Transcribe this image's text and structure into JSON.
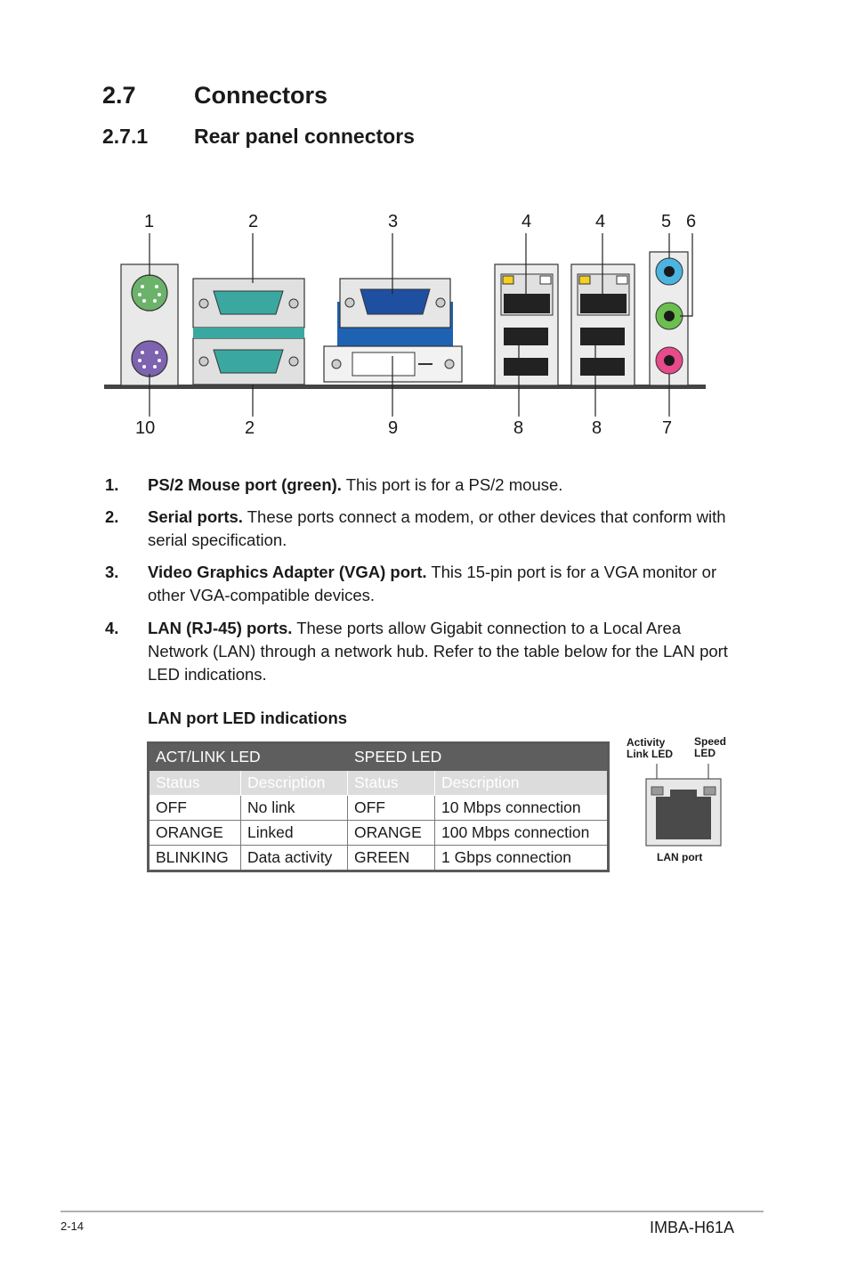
{
  "heading": {
    "number": "2.7",
    "title": "Connectors"
  },
  "subheading": {
    "number": "2.7.1",
    "title": "Rear panel connectors"
  },
  "figure": {
    "top_labels": [
      "1",
      "2",
      "3",
      "4",
      "4",
      "5",
      "6"
    ],
    "bottom_labels": [
      "10",
      "2",
      "9",
      "8",
      "8",
      "7"
    ]
  },
  "items": [
    {
      "num": "1.",
      "bold": "PS/2 Mouse port (green).",
      "text": " This port is for a PS/2 mouse."
    },
    {
      "num": "2.",
      "bold": "Serial ports.",
      "text": " These ports connect a modem, or other devices that conform with serial specification."
    },
    {
      "num": "3.",
      "bold": "Video Graphics Adapter (VGA) port.",
      "text": " This 15-pin port is for a VGA monitor or other VGA-compatible devices."
    },
    {
      "num": "4.",
      "bold": "LAN (RJ-45) ports.",
      "text": " These ports allow Gigabit connection to a Local Area Network (LAN) through a network hub. Refer to the table below for the LAN port LED indications."
    }
  ],
  "led_table": {
    "caption": "LAN port LED indications",
    "group_headers": [
      "ACT/LINK LED",
      "SPEED LED"
    ],
    "columns": [
      "Status",
      "Description",
      "Status",
      "Description"
    ],
    "rows": [
      [
        "OFF",
        "No link",
        "OFF",
        "10 Mbps connection"
      ],
      [
        "ORANGE",
        "Linked",
        "ORANGE",
        "100 Mbps connection"
      ],
      [
        "BLINKING",
        "Data activity",
        "GREEN",
        "1 Gbps connection"
      ]
    ]
  },
  "lan_diagram": {
    "activity_label": "Activity\nLink LED",
    "speed_label": "Speed\nLED",
    "port_label": "LAN port"
  },
  "footer": {
    "page": "2-14",
    "model": "IMBA-H61A"
  }
}
